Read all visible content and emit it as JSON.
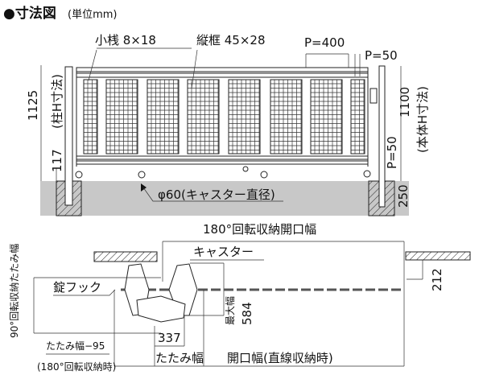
{
  "title": {
    "main": "●寸法図",
    "unit": "(単位mm)"
  },
  "elevation": {
    "rail_label": "小桟 8×18",
    "frame_label": "縦框 45×28",
    "pitch_label": "P=400",
    "pitch_small_label": "P=50",
    "post_height": "1125",
    "post_height_note": "(柱H寸法)",
    "caster_clearance": "117",
    "body_height": "1100",
    "body_height_note": "(本体H寸法)",
    "vertical_pitch": "P=50",
    "embed_depth": "250",
    "caster_label": "φ60(キャスター直径)"
  },
  "plan": {
    "rotate_opening": "180°回転収納開口幅",
    "caster": "キャスター",
    "lock_hook": "錠フック",
    "fold_width_90": "90°回転収納たたみ幅",
    "max_width_label": "最大幅",
    "max_width": "584",
    "offset": "212",
    "fold_dim": "337",
    "fold_width": "たたみ幅",
    "opening_linear": "開口幅(直線収納時)",
    "fold_minus": "たたみ幅−95",
    "fold_minus_note": "(180°回転収納時)"
  },
  "colors": {
    "ground": "#c8c8c8",
    "line": "#222222"
  }
}
